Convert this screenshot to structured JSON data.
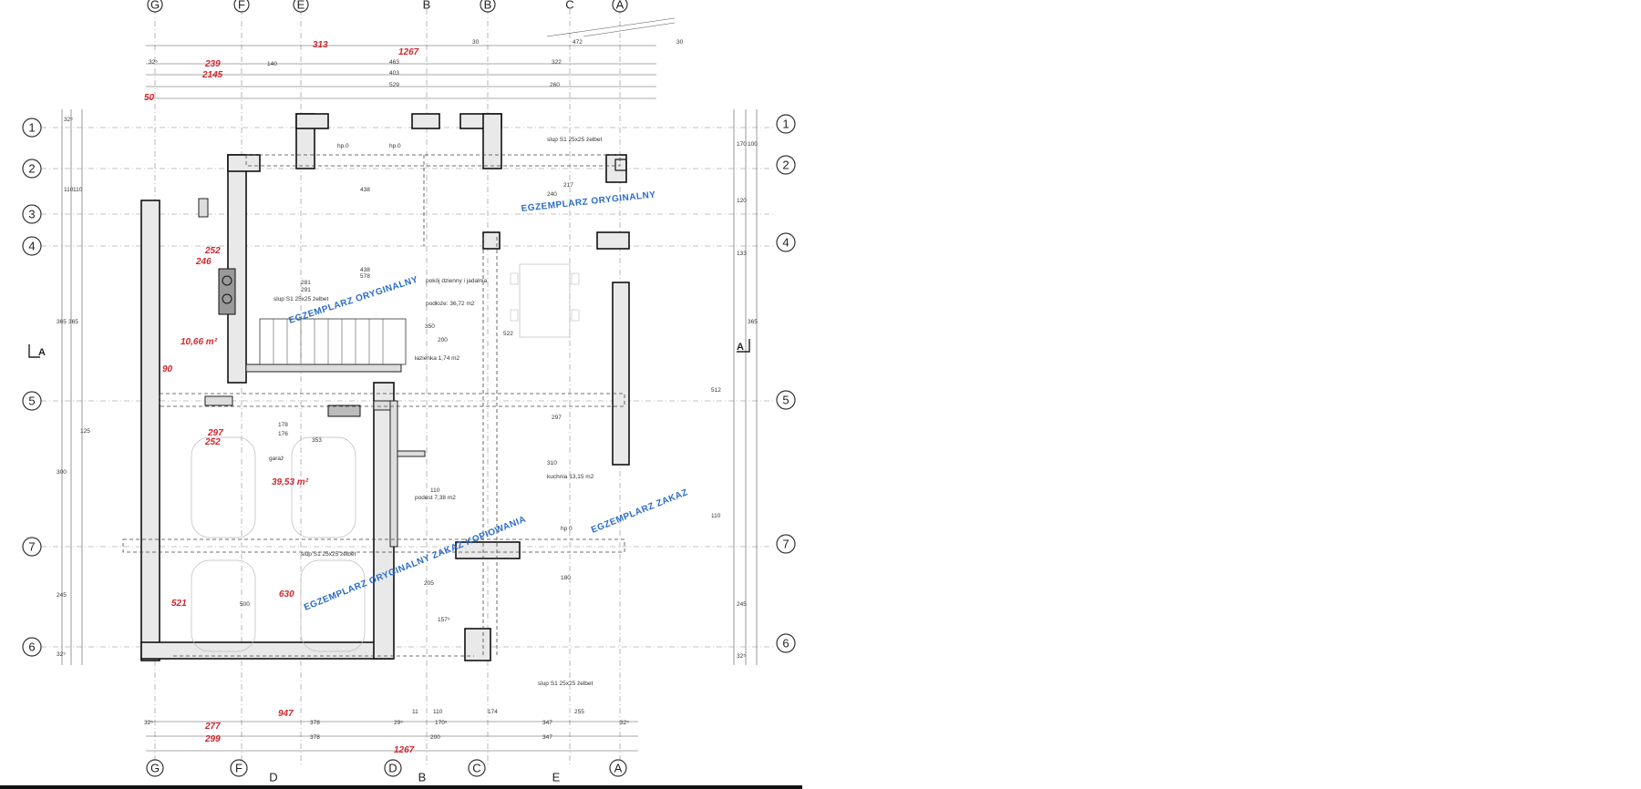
{
  "axes": {
    "top_letters": [
      "G",
      "F",
      "E",
      "B",
      "B",
      "C",
      "A"
    ],
    "bottom_letters": [
      "G",
      "F",
      "D",
      "D",
      "B",
      "C",
      "E",
      "A"
    ],
    "left_numbers": [
      "1",
      "2",
      "3",
      "4",
      "5",
      "7",
      "6"
    ],
    "right_numbers": [
      "1",
      "2",
      "4",
      "5",
      "7",
      "6"
    ],
    "section_marks": [
      "A",
      "A"
    ]
  },
  "red_annotations": [
    "313",
    "1267",
    "239",
    "2145",
    "50",
    "252",
    "246",
    "10,66 m²",
    "90",
    "297",
    "252",
    "39,53 m²",
    "630",
    "521",
    "277",
    "299",
    "947",
    "1267"
  ],
  "stamps": [
    "EGZEMPLARZ ORYGINALNY",
    "EGZEMPLARZ ORYGINALNY",
    "EGZEMPLARZ ORYGINALNY ZAKAZ KOPIOWANIA",
    "EGZEMPLARZ ZAKAZ"
  ],
  "room_notes": [
    "slup S1 25x25 żelbet",
    "slup S1 25x25 żelbet",
    "slup S1 25x25 żelbet",
    "slup S1 25x25 żelbet",
    "pokój dzienny i jadalnia",
    "podłoże: 36,72 m2",
    "łazienka 1,74 m2",
    "kuchnia 13,15 m2",
    "garaż",
    "podest 7,38 m2",
    "hp.0",
    "hp.0",
    "hp 0"
  ],
  "dimensions": {
    "top_row": [
      "30",
      "472",
      "30",
      "322",
      "32⁵",
      "463",
      "403",
      "529",
      "140",
      "260"
    ],
    "left_col": [
      "32⁵",
      "110",
      "110",
      "365",
      "365",
      "300",
      "245",
      "32⁵",
      "125"
    ],
    "right_col": [
      "170",
      "100",
      "120",
      "133",
      "365",
      "512",
      "110",
      "245",
      "32⁵"
    ],
    "bottom_row": [
      "32⁵",
      "378",
      "29⁵",
      "170⁵",
      "347",
      "32⁵",
      "378",
      "200",
      "347",
      "11",
      "110",
      "174",
      "255"
    ],
    "interior": [
      "438",
      "438",
      "578",
      "281",
      "291",
      "350",
      "200",
      "522",
      "297",
      "310",
      "240",
      "217",
      "178",
      "176",
      "353",
      "205",
      "110",
      "180",
      "157⁵",
      "500"
    ]
  }
}
